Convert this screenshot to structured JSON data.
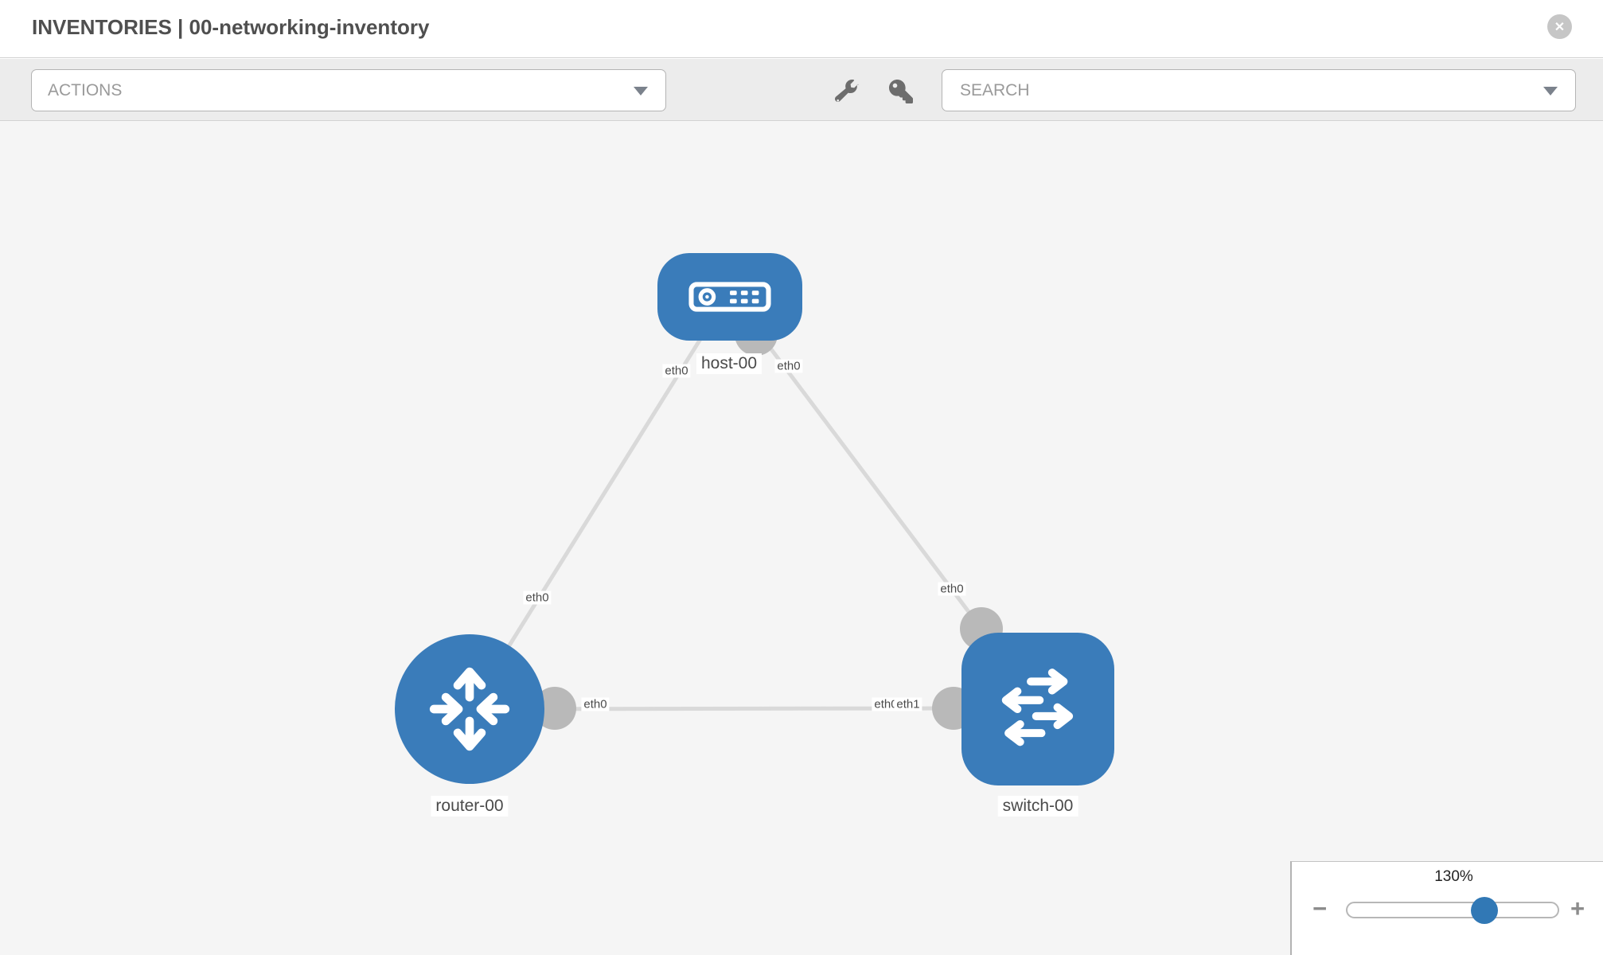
{
  "header": {
    "title": "INVENTORIES | 00-networking-inventory",
    "close_glyph": "✕"
  },
  "toolbar": {
    "actions_label": "ACTIONS",
    "search_placeholder": "SEARCH",
    "icons": [
      "wrench-icon",
      "key-icon",
      "dropdown-chevron-icon"
    ]
  },
  "canvas": {
    "nodes": [
      {
        "id": "host-00",
        "type": "host",
        "label": "host-00"
      },
      {
        "id": "router-00",
        "type": "router",
        "label": "router-00"
      },
      {
        "id": "switch-00",
        "type": "switch",
        "label": "switch-00"
      }
    ],
    "links": [
      {
        "from": "router-00",
        "from_iface": "eth0",
        "to": "host-00",
        "to_iface": "eth0"
      },
      {
        "from": "host-00",
        "from_iface": "eth0",
        "to": "switch-00",
        "to_iface": "eth0"
      },
      {
        "from": "router-00",
        "from_iface": "eth0",
        "to": "switch-00",
        "to_iface": "eth1"
      }
    ],
    "iface_labels": [
      {
        "text": "eth0"
      },
      {
        "text": "eth0"
      },
      {
        "text": "eth0"
      },
      {
        "text": "eth0"
      },
      {
        "text": "eth0"
      },
      {
        "text": "eth0"
      },
      {
        "text": "eth1"
      }
    ]
  },
  "zoom": {
    "level": "130%",
    "minus_glyph": "−",
    "plus_glyph": "+"
  },
  "colors": {
    "node_blue": "#3a7cba",
    "link_gray": "#d9d9d9",
    "connector_gray": "#b9b9b9",
    "slider_handle_blue": "#3178b5",
    "toolbar_gray": "#ececec",
    "canvas_gray": "#f5f5f5"
  }
}
